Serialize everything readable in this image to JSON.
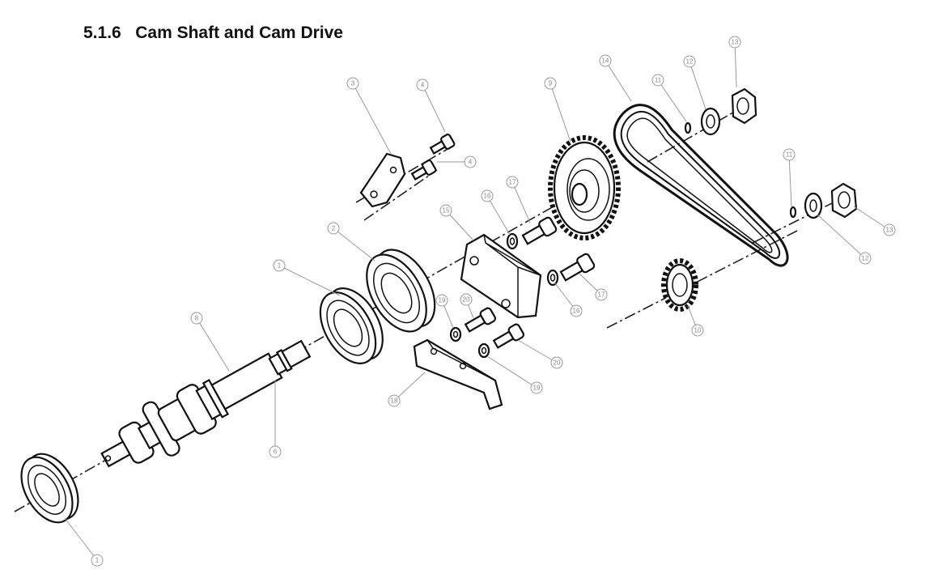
{
  "section": {
    "number": "5.1.6",
    "title": "Cam Shaft and Cam Drive"
  },
  "callouts": [
    "1",
    "2",
    "3",
    "4",
    "4",
    "8",
    "9",
    "11",
    "12",
    "13",
    "14",
    "11",
    "13",
    "12",
    "16",
    "17",
    "15",
    "16",
    "17",
    "19",
    "20",
    "20",
    "19",
    "18",
    "10",
    "6",
    "1"
  ]
}
